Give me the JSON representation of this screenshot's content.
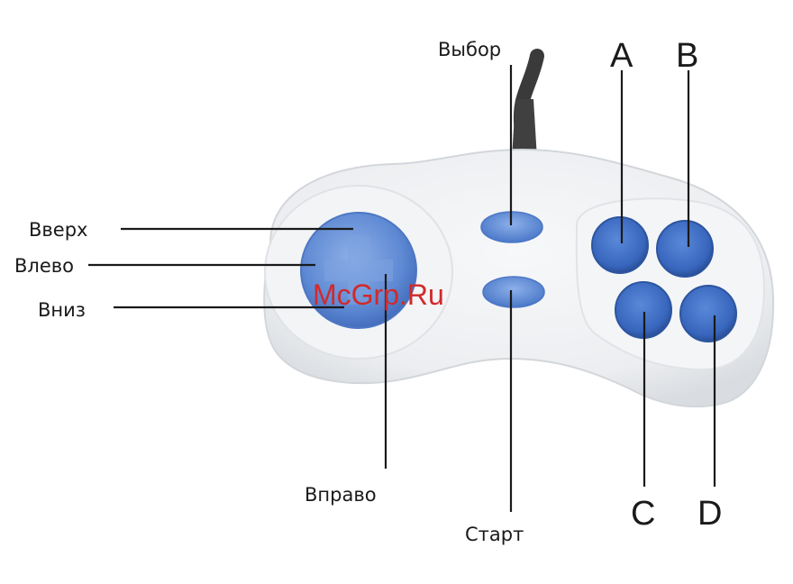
{
  "labels": {
    "up": "Вверх",
    "left": "Влево",
    "down": "Вниз",
    "right": "Вправо",
    "select": "Выбор",
    "start": "Старт",
    "a": "A",
    "b": "B",
    "c": "C",
    "d": "D"
  },
  "watermark": "McGrp.Ru",
  "colors": {
    "body": "#eef0f2",
    "body_edge": "#d5d8dc",
    "button_blue": "#3f70c8",
    "button_blue_dark": "#2c56a3",
    "dpad_blue": "#6f98dc",
    "cable": "#3a3a3a",
    "watermark": "#d12a2a"
  }
}
